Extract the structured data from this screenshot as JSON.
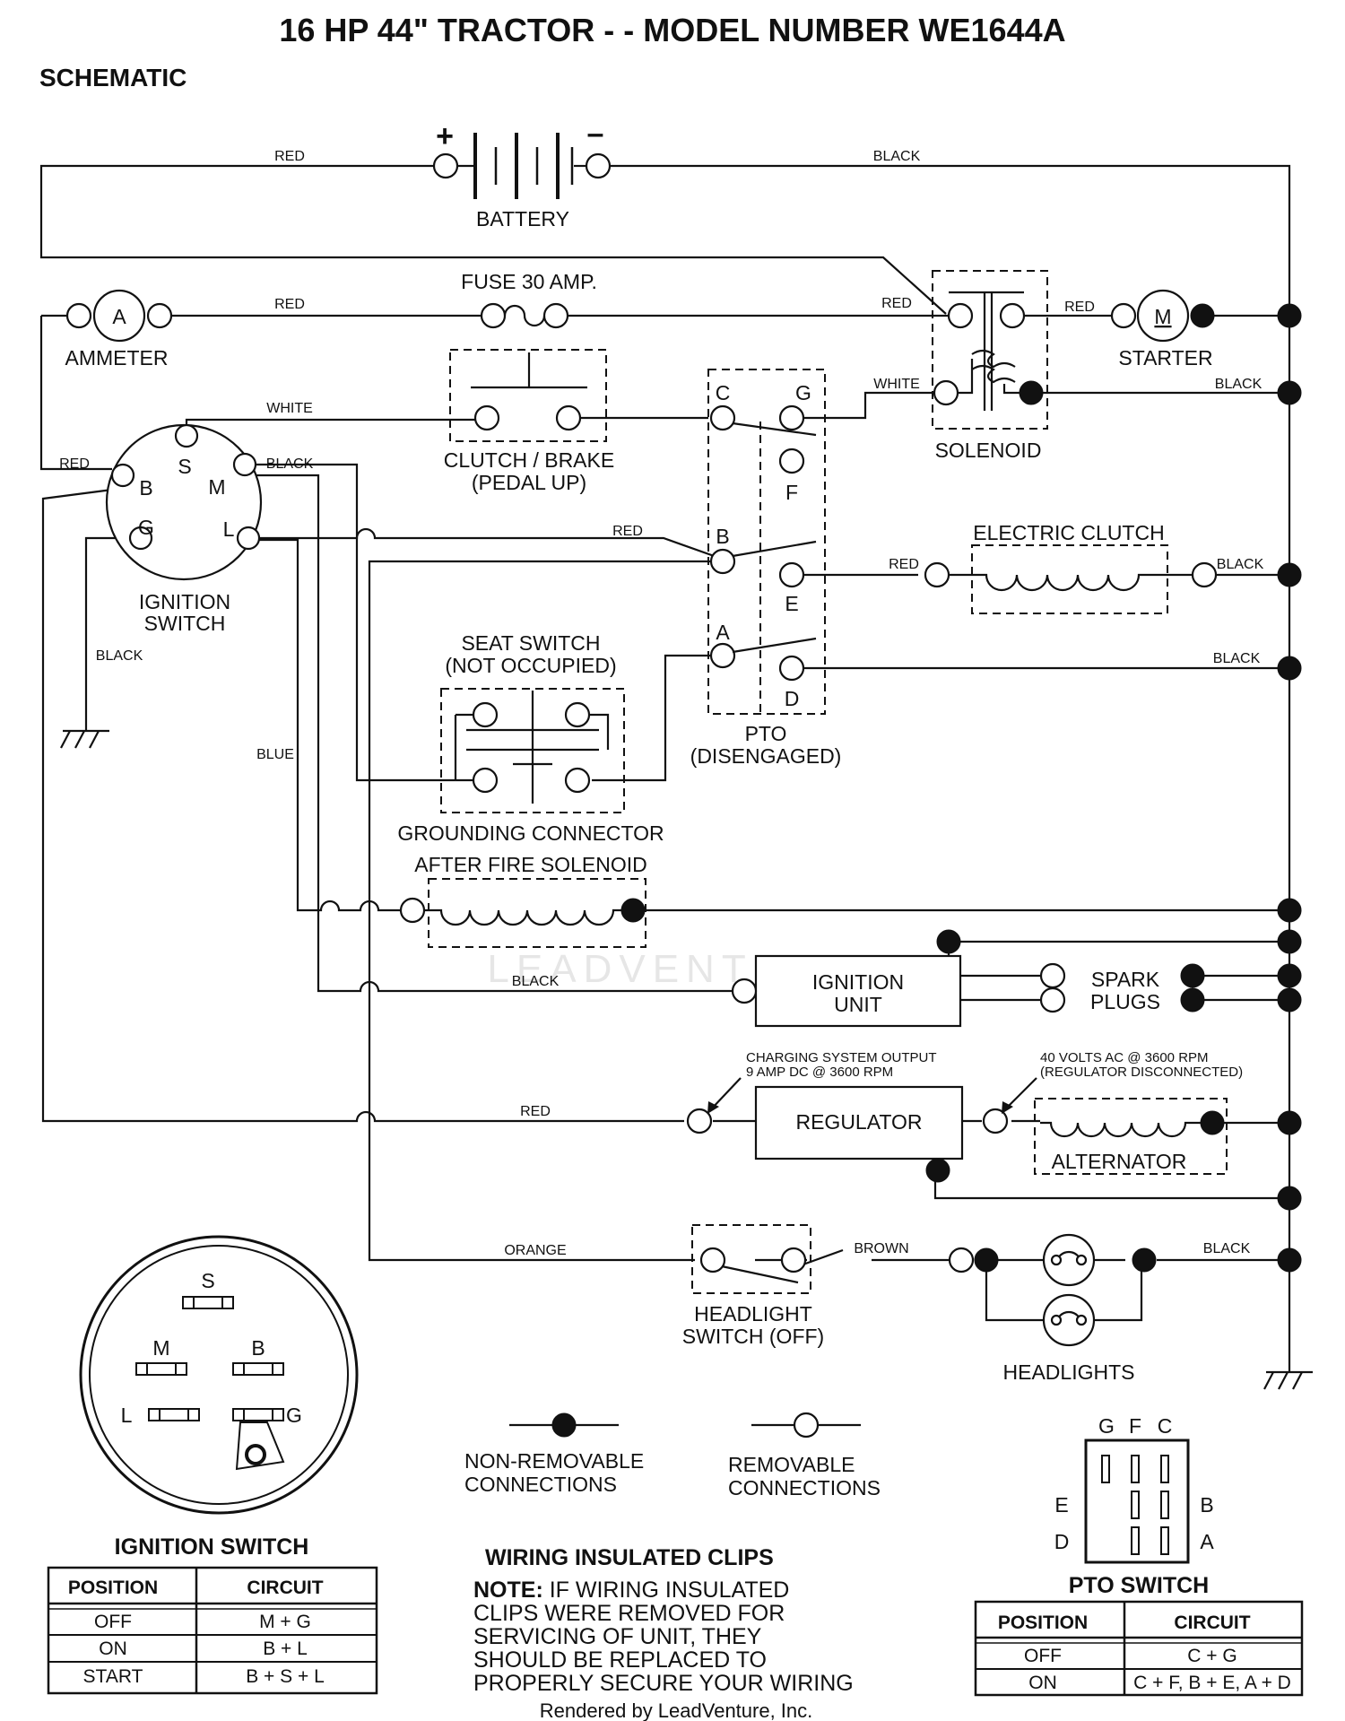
{
  "title": "16 HP 44\" TRACTOR - - MODEL NUMBER WE1644A",
  "subtitle": "SCHEMATIC",
  "components": {
    "battery": "BATTERY",
    "battery_plus": "+",
    "battery_minus": "–",
    "fuse": "FUSE 30 AMP.",
    "ammeter": "AMMETER",
    "ammeter_symbol": "A",
    "starter": "STARTER",
    "starter_symbol": "M",
    "solenoid": "SOLENOID",
    "clutch_brake_1": "CLUTCH / BRAKE",
    "clutch_brake_2": "(PEDAL UP)",
    "ignition_switch_1": "IGNITION",
    "ignition_switch_2": "SWITCH",
    "electric_clutch": "ELECTRIC CLUTCH",
    "seat_switch_1": "SEAT SWITCH",
    "seat_switch_2": "(NOT OCCUPIED)",
    "pto_1": "PTO",
    "pto_2": "(DISENGAGED)",
    "grounding_connector": "GROUNDING CONNECTOR",
    "after_fire_solenoid": "AFTER FIRE SOLENOID",
    "ignition_unit_1": "IGNITION",
    "ignition_unit_2": "UNIT",
    "spark_plugs_1": "SPARK",
    "spark_plugs_2": "PLUGS",
    "regulator": "REGULATOR",
    "alternator": "ALTERNATOR",
    "charging_1": "CHARGING SYSTEM OUTPUT",
    "charging_2": "9 AMP DC @ 3600 RPM",
    "alt_volts_1": "40 VOLTS AC @ 3600 RPM",
    "alt_volts_2": "(REGULATOR DISCONNECTED)",
    "headlight_switch_1": "HEADLIGHT",
    "headlight_switch_2": "SWITCH (OFF)",
    "headlights": "HEADLIGHTS"
  },
  "terminals": {
    "S": "S",
    "B": "B",
    "M": "M",
    "G": "G",
    "L": "L",
    "C": "C",
    "F": "F",
    "E": "E",
    "A": "A",
    "D": "D"
  },
  "wires": {
    "red": "RED",
    "black": "BLACK",
    "white": "WHITE",
    "blue": "BLUE",
    "orange": "ORANGE",
    "brown": "BROWN"
  },
  "legend": {
    "non_removable_1": "NON-REMOVABLE",
    "non_removable_2": "CONNECTIONS",
    "removable_1": "REMOVABLE",
    "removable_2": "CONNECTIONS"
  },
  "ignition_switch_table": {
    "title": "IGNITION SWITCH",
    "headers": [
      "POSITION",
      "CIRCUIT"
    ],
    "rows": [
      [
        "OFF",
        "M + G"
      ],
      [
        "ON",
        "B + L"
      ],
      [
        "START",
        "B + S + L"
      ]
    ]
  },
  "pto_switch_table": {
    "title": "PTO SWITCH",
    "headers": [
      "POSITION",
      "CIRCUIT"
    ],
    "rows": [
      [
        "OFF",
        "C + G"
      ],
      [
        "ON",
        "C + F, B + E, A + D"
      ]
    ]
  },
  "note": {
    "heading": "WIRING INSULATED CLIPS",
    "lead": "NOTE:",
    "line1": " IF WIRING INSULATED",
    "line2": "CLIPS WERE REMOVED FOR",
    "line3": "SERVICING OF UNIT, THEY",
    "line4": "SHOULD BE REPLACED TO",
    "line5": "PROPERLY SECURE YOUR WIRING"
  },
  "footer": "Rendered by LeadVenture, Inc.",
  "watermark": "LEADVENTURE",
  "colors": {
    "ink": "#111111",
    "background": "#ffffff",
    "watermark": "#e6e6e6"
  }
}
